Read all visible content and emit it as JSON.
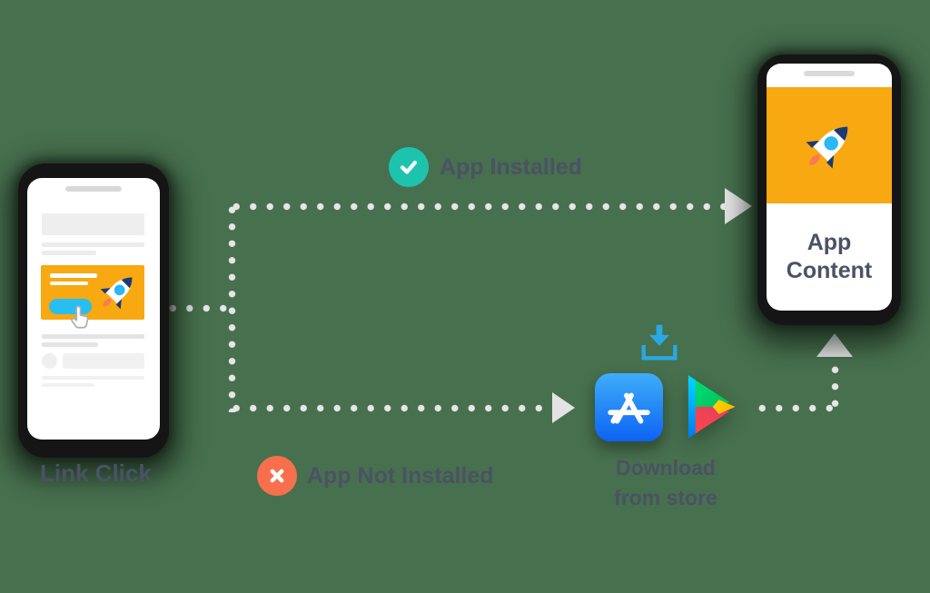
{
  "background_color": "#47704E",
  "left_phone": {
    "label": "Link Click",
    "ad_card_color": "#F8A811",
    "ad_button_color": "#29BEF0"
  },
  "right_phone": {
    "content_line1": "App",
    "content_line2": "Content",
    "banner_color": "#F8A811"
  },
  "branches": {
    "installed": {
      "label": "App Installed",
      "icon": "check-icon",
      "badge_color": "#1EC3AE"
    },
    "not_installed": {
      "label": "App Not Installed",
      "icon": "cross-icon",
      "badge_color": "#F86F4D"
    }
  },
  "store": {
    "caption_line1": "Download",
    "caption_line2": "from store",
    "download_icon_color": "#29A9E1",
    "icons": [
      "download-icon",
      "apple-app-store-icon",
      "google-play-icon"
    ]
  },
  "connector_color": "#E3E3E3",
  "text_color": "#4A5264",
  "rocket_colors": {
    "body": "#FFFFFF",
    "nose": "#1E3A6E",
    "window": "#2CB7F5",
    "flame": "#FB7B51"
  }
}
